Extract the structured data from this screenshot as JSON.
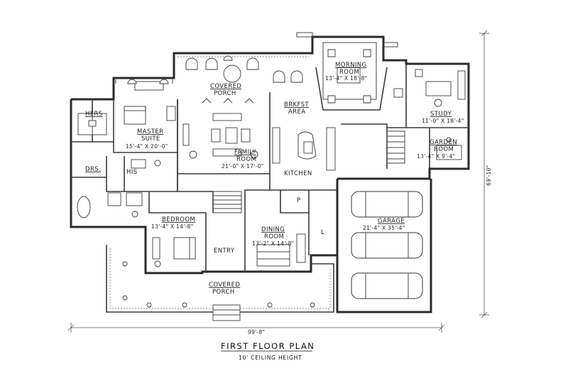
{
  "plan": {
    "title": "FIRST FLOOR PLAN",
    "subtitle": "10' CEILING HEIGHT",
    "overall_width": "99'-8\"",
    "overall_depth": "69'-10\""
  },
  "rooms": {
    "hers": {
      "name": "HERS"
    },
    "master_suite": {
      "name1": "MASTER",
      "name2": "SUITE",
      "size": "15'-4\" X 20'-0\""
    },
    "covered_porch_rear": {
      "name1": "COVERED",
      "name2": "PORCH"
    },
    "family_room": {
      "name1": "FAMILY",
      "name2": "ROOM",
      "size": "21'-0\" X 17'-0\""
    },
    "brkfst_area": {
      "name1": "BRKFST",
      "name2": "AREA"
    },
    "morning_room": {
      "name1": "MORNING",
      "name2": "ROOM",
      "size": "13'-4\" X 18'-8\""
    },
    "study": {
      "name": "STUDY",
      "size": "11'-0\" X 18'-4\""
    },
    "garden_room": {
      "name1": "GARDEN",
      "name2": "ROOM",
      "size": "13'-4\" X 9'-4\""
    },
    "drs": {
      "name": "DRS."
    },
    "his": {
      "name": "HIS"
    },
    "kitchen": {
      "name": "KITCHEN"
    },
    "pantry": {
      "name": "P"
    },
    "laundry": {
      "name": "L"
    },
    "bedroom": {
      "name": "BEDROOM",
      "size": "13'-4\" X 14'-8\""
    },
    "entry": {
      "name": "ENTRY"
    },
    "dining_room": {
      "name1": "DINING",
      "name2": "ROOM",
      "size": "13'-2\" X 14'-8\""
    },
    "garage": {
      "name": "GARAGE",
      "size": "21'-4\" X 35'-4\""
    },
    "covered_porch_front": {
      "name1": "COVERED",
      "name2": "PORCH"
    }
  }
}
